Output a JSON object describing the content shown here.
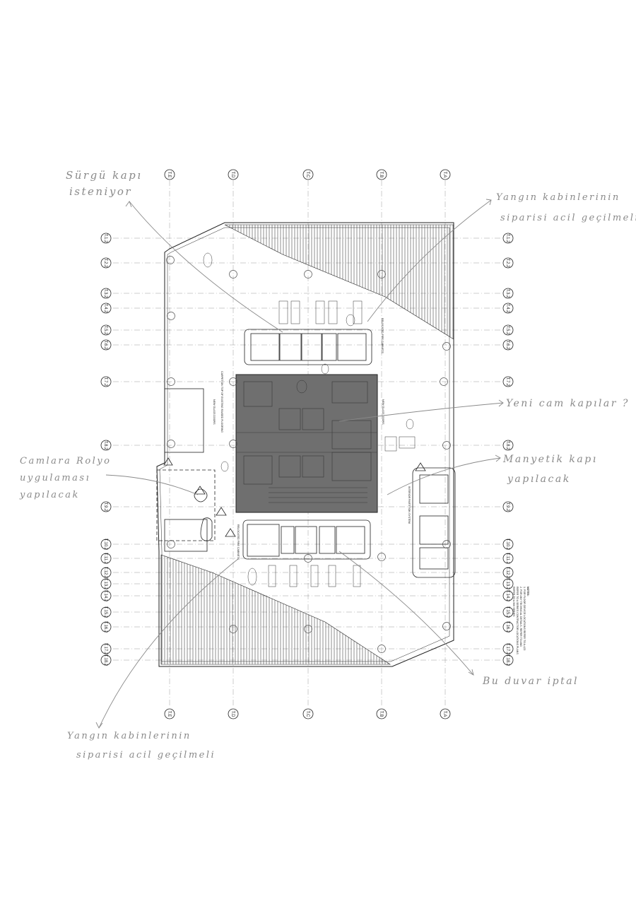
{
  "annotations": {
    "sliding_door": [
      "Sürgü kapı",
      "isteniyor"
    ],
    "fire_cabinets_top": [
      "Yangın kabinlerinin",
      "siparisi acil geçilmeli"
    ],
    "new_doors": "Yeni cam kapılar ?",
    "magnetic_door": [
      "Manyetik kapı",
      "yapılacak"
    ],
    "roller_blind": [
      "Camlara Rolyo",
      "uygulaması",
      "yapılacak"
    ],
    "wall_cancel": "Bu duvar iptal",
    "fire_cabinets_bottom": [
      "Yangın kabinlerinin",
      "siparisi acil geçilmeli"
    ]
  },
  "grid": {
    "top_labels": [
      "T.E",
      "T.D",
      "T.C",
      "T.B",
      "T.A"
    ],
    "bottom_labels": [
      "T.E",
      "T.D",
      "T.C",
      "T.B",
      "T.A"
    ],
    "left_labels": [
      "T.1.2",
      "T.2.2",
      "T.3.2",
      "T.4.2",
      "T.5.2",
      "T.6.2",
      "T.7.2",
      "T.8.2",
      "T.9.2",
      "T.10.2",
      "T.11.2",
      "T.12.2",
      "T.13.2",
      "T.14.2",
      "T.15.2",
      "T.16.2",
      "T.17.2",
      "T.18.2"
    ],
    "right_labels": [
      "T.1.2",
      "T.2.2",
      "T.3.2",
      "T.4.2",
      "T.5.2",
      "T.6.2",
      "T.7.2",
      "T.8.2",
      "T.9.2",
      "T.10.2",
      "T.11.2",
      "T.12.2",
      "T.13.2",
      "T.14.2",
      "T.15.2",
      "T.16.2",
      "T.17.2",
      "T.18.2"
    ]
  },
  "plan_labels": {
    "relocated_fire_cabinets_top": "RELOCATED FIRE CABINETS",
    "relocated_fire_cabinets_bottom": "RELOCATED FIRE CABINETS",
    "new_glass_doors_left": "NEW GLASS DOORS",
    "new_glass_doors_right": "NEW GLASS DOORS",
    "carpet_note": "CARPET ON TOP OF EXISTING RAISED FLOORING",
    "interior_partition": "INTERIOR PARTITION SYSTEM",
    "notes_title": "NOTES:",
    "notes_lines": [
      "1. FOR FLOOR DEVICE LOCATIONS REFER TO A-423",
      "2. FOR ANY TECHNICAL DETAILS, REFER TO AND",
      "   REFER TO A SERIES CONTRACTOR LOCATIONS PLANS",
      "   REFER TO A.500 SERIES"
    ]
  },
  "colors": {
    "core_fill": "#6f6f6f",
    "pencil": "#8a8a8a",
    "ink": "#222222"
  }
}
